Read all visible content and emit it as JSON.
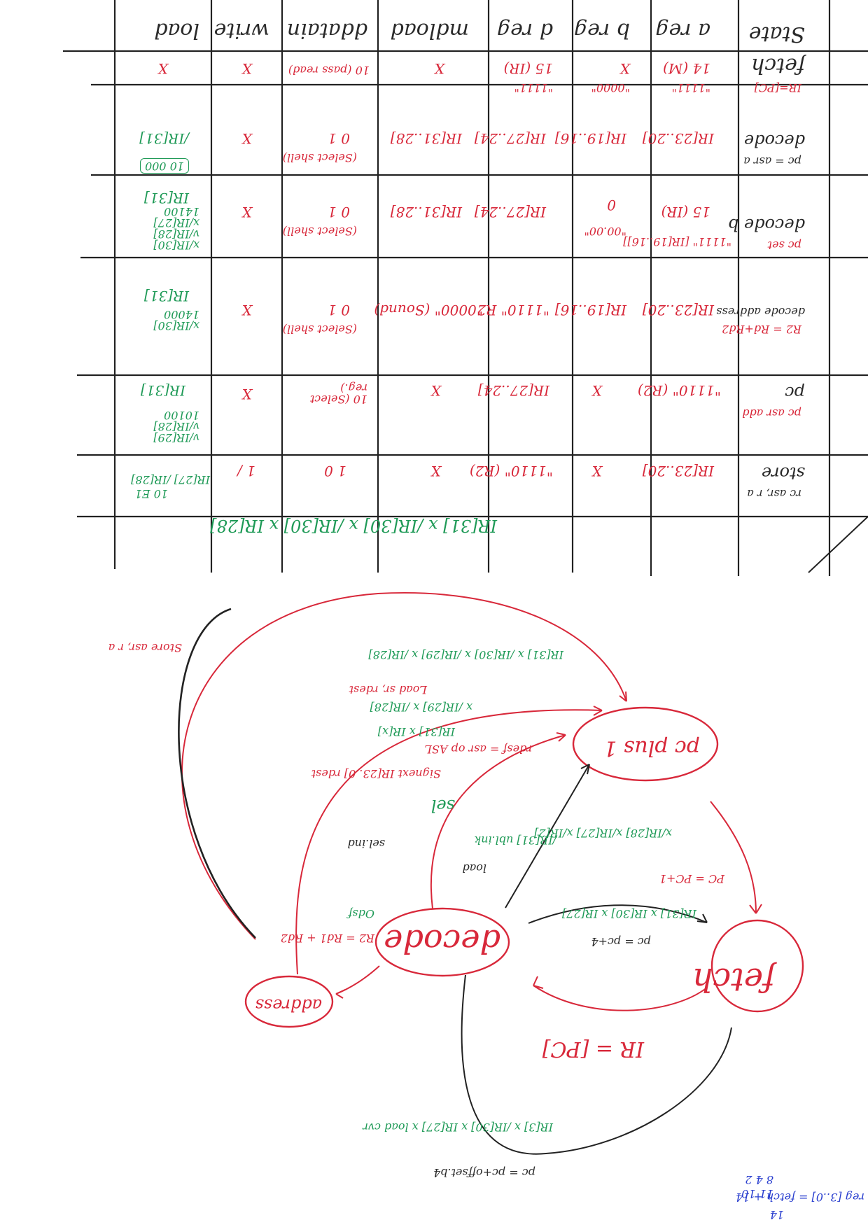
{
  "table": {
    "corner_label": "State",
    "header": [
      "a reg",
      "b reg",
      "d reg",
      "mdload",
      "ddatain",
      "write",
      "load"
    ],
    "rows": [
      {
        "state": "fetch",
        "cells": [
          "14 (M)",
          "X",
          "15 (IR)",
          "X",
          "10 (pass read)",
          "X",
          "X"
        ],
        "notes": [
          "\"1111\"",
          "\"0000\"",
          "\"1111\"",
          "",
          "",
          "",
          ""
        ],
        "state_note": "IR=[PC]"
      },
      {
        "state": "decode",
        "cells": [
          "IR[23..20]",
          "IR[19..16]",
          "IR[27..24]",
          "IR[31..28]",
          "0 1",
          "X",
          "/IR[31]"
        ],
        "notes": [
          "",
          "",
          "",
          "",
          "(Select shell)",
          "",
          "10 000"
        ],
        "state_note": "pc = asr a"
      },
      {
        "state": "decode b",
        "cells": [
          "15 (IR)",
          "0",
          "IR[27..24]",
          "IR[31..28]",
          "0 1",
          "X",
          "IR[31]"
        ],
        "notes": [
          "\"1111\" [IR[19..16]]",
          "\"00.00\"",
          "",
          "",
          "(Select shell)",
          "",
          "x/IR[30] v/IR[28] x/IR[27] 14100"
        ],
        "state_note": "pc set"
      },
      {
        "state": "decode address",
        "cells": [
          "IR[23..20]",
          "IR[19..16]",
          "\"1110\" R2",
          "\"0000\" (Sound)",
          "0 1",
          "X",
          "IR[31]"
        ],
        "notes": [
          "",
          "",
          "",
          "",
          "(Select shell)",
          "",
          "x/IR[30] 14000"
        ],
        "state_note": "R2 = Rd+Rd2"
      },
      {
        "state": "pc",
        "cells": [
          "\"1110\" (R2)",
          "X",
          "IR[27..24]",
          "X",
          "10 (Select reg.)",
          "X",
          "IR[31]"
        ],
        "notes": [
          "",
          "",
          "",
          "",
          "",
          "",
          "v/IR[29] v/IR[28] 10100"
        ],
        "state_note": "pc asr add"
      },
      {
        "state": "store",
        "cells": [
          "IR[23..20]",
          "X",
          "\"1110\" (R2)",
          "X",
          "1 0",
          "1 /",
          "IR[27] /IR[28]"
        ],
        "notes": [
          "",
          "",
          "",
          "",
          "",
          "",
          "10 E1"
        ],
        "state_note": "rc asr, r a"
      }
    ]
  },
  "top_condition": "IR[31] x /IR[30] x /IR[30] x IR[28]",
  "state_diagram": {
    "states": [
      "fetch",
      "decode",
      "pc plus 1",
      "address"
    ],
    "transitions": [
      {
        "label": "IR = [PC]"
      },
      {
        "label": "PC = PC+1"
      },
      {
        "label": "pc = pc+4",
        "condition": "IR[31] x IR[30] x IR[27]"
      },
      {
        "label": "IR[3] x /IR[30] x IR[27] x load cvr",
        "condition": "pc = pc+offset.b4"
      },
      {
        "label": "load",
        "condition": "/IR[31] ubl.ink"
      },
      {
        "label": "sel.ind",
        "condition": "x/IR[28] x/IR[27] x/IR[2]"
      },
      {
        "label": "Odsf",
        "condition": "R2 = Rd1 + Rd2"
      },
      {
        "label": "rdesf = asr op  ASL"
      },
      {
        "label": "Signext IR[23..0] rdest"
      },
      {
        "label": "IR[31] x IR[x]"
      },
      {
        "label": "x /IR[29] x /IR[28]"
      },
      {
        "label": "Load  sr, rdest"
      },
      {
        "label": "IR[31] x /IR[30] x /IR[29] x /IR[28]"
      },
      {
        "label": "Store  asr, r a"
      },
      {
        "label": "sel"
      }
    ]
  },
  "bottom_note": "reg [3..0] = fetch + 14",
  "bottom_numbers": [
    "14",
    "11 10",
    "8 4 2"
  ]
}
